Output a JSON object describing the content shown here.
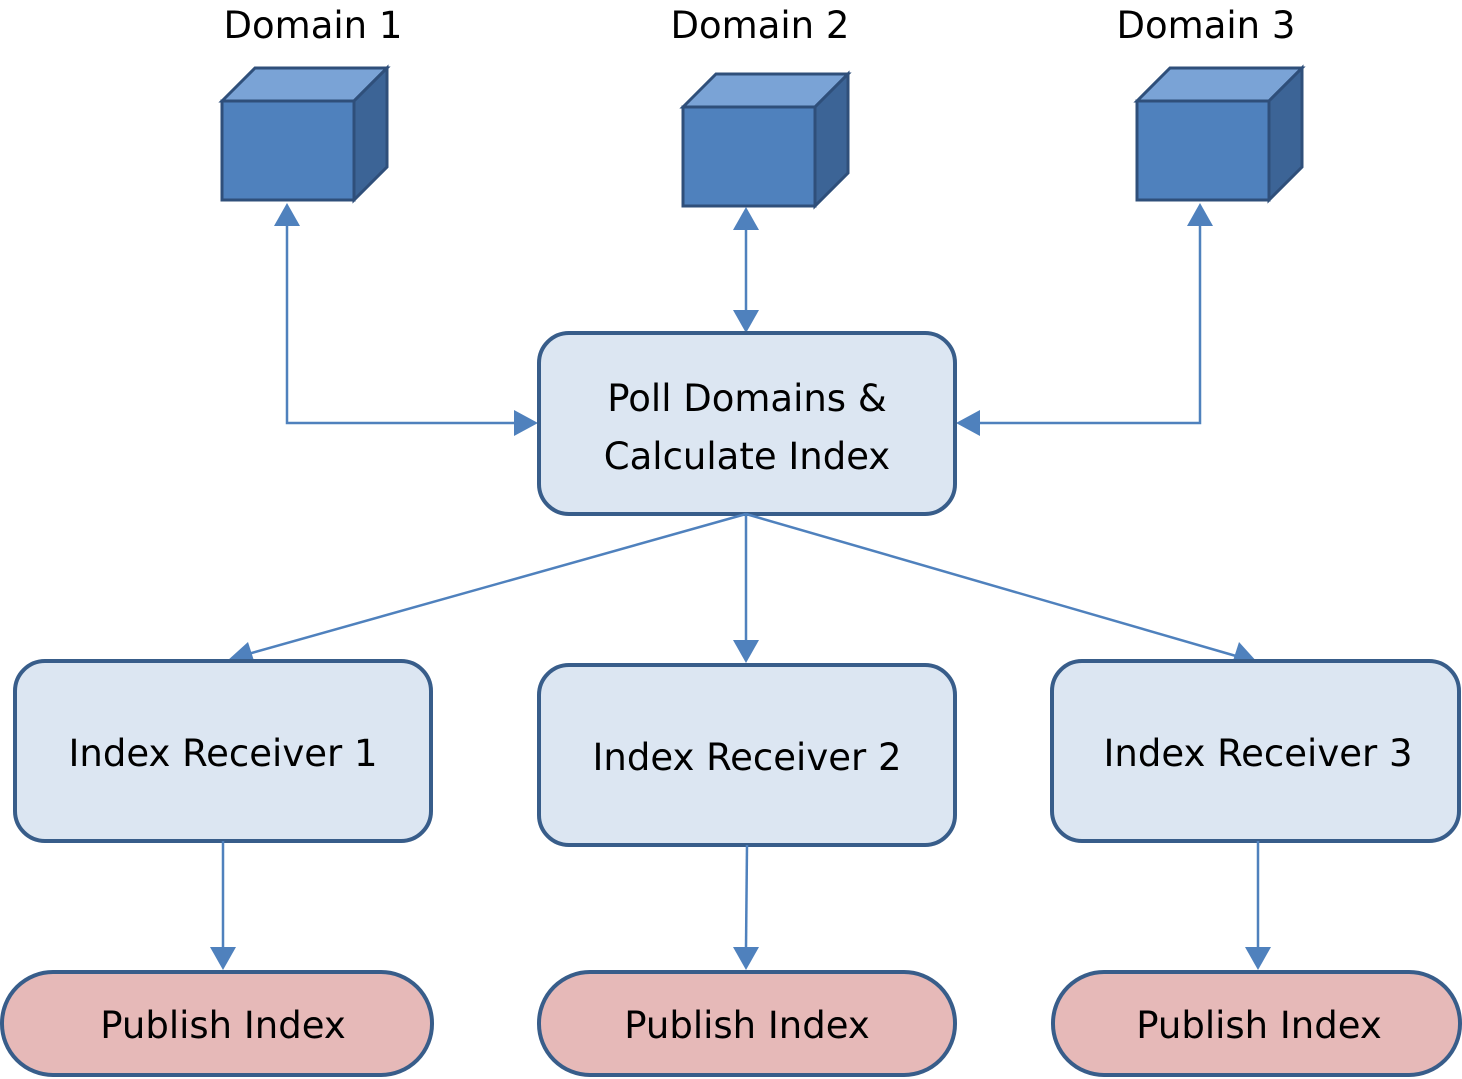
{
  "domains": [
    {
      "label": "Domain 1",
      "icon": "cube-icon"
    },
    {
      "label": "Domain 2",
      "icon": "cube-icon"
    },
    {
      "label": "Domain 3",
      "icon": "cube-icon"
    }
  ],
  "poller": {
    "line1": "Poll Domains &",
    "line2": "Calculate Index"
  },
  "receivers": [
    {
      "label": "Index Receiver 1"
    },
    {
      "label": "Index Receiver 2"
    },
    {
      "label": "Index Receiver 3"
    }
  ],
  "publishers": [
    {
      "label": "Publish Index"
    },
    {
      "label": "Publish Index"
    },
    {
      "label": "Publish Index"
    }
  ],
  "colors": {
    "connector": "#4f81bd",
    "cube_front": "#4f81bd",
    "process_fill": "#dce6f2",
    "process_stroke": "#385d8a",
    "publish_fill": "#e6b9b8"
  }
}
